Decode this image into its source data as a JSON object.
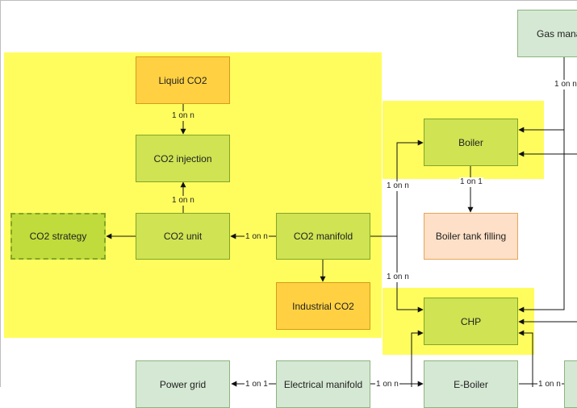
{
  "nodes": {
    "gas_manager": "Gas mana",
    "liquid_co2": "Liquid CO2",
    "co2_injection": "CO2 injection",
    "co2_strategy": "CO2 strategy",
    "co2_unit": "CO2 unit",
    "co2_manifold": "CO2 manifold",
    "industrial_co2": "Industrial CO2",
    "boiler": "Boiler",
    "boiler_tank_filling": "Boiler tank filling",
    "chp": "CHP",
    "power_grid": "Power grid",
    "electrical_manifold": "Electrical manifold",
    "e_boiler": "E-Boiler"
  },
  "edge_labels": {
    "liquid_to_injection": "1 on n",
    "unit_to_injection": "1 on n",
    "manifold_to_unit": "1 on n",
    "manifold_to_boiler": "1 on n",
    "manifold_to_chp": "1 on n",
    "boiler_to_tank": "1 on 1",
    "gas_manager_out": "1 on n",
    "electrical_to_power_grid": "1 on 1",
    "electrical_to_eboiler": "1 on n",
    "eboiler_right": "1 on n"
  },
  "colors": {
    "group_fill": "#fffd5e",
    "node_green": "#cfe353",
    "node_orange": "#ffd142",
    "node_peach": "#fde0c7",
    "node_pale_green": "#d5e8d4"
  }
}
